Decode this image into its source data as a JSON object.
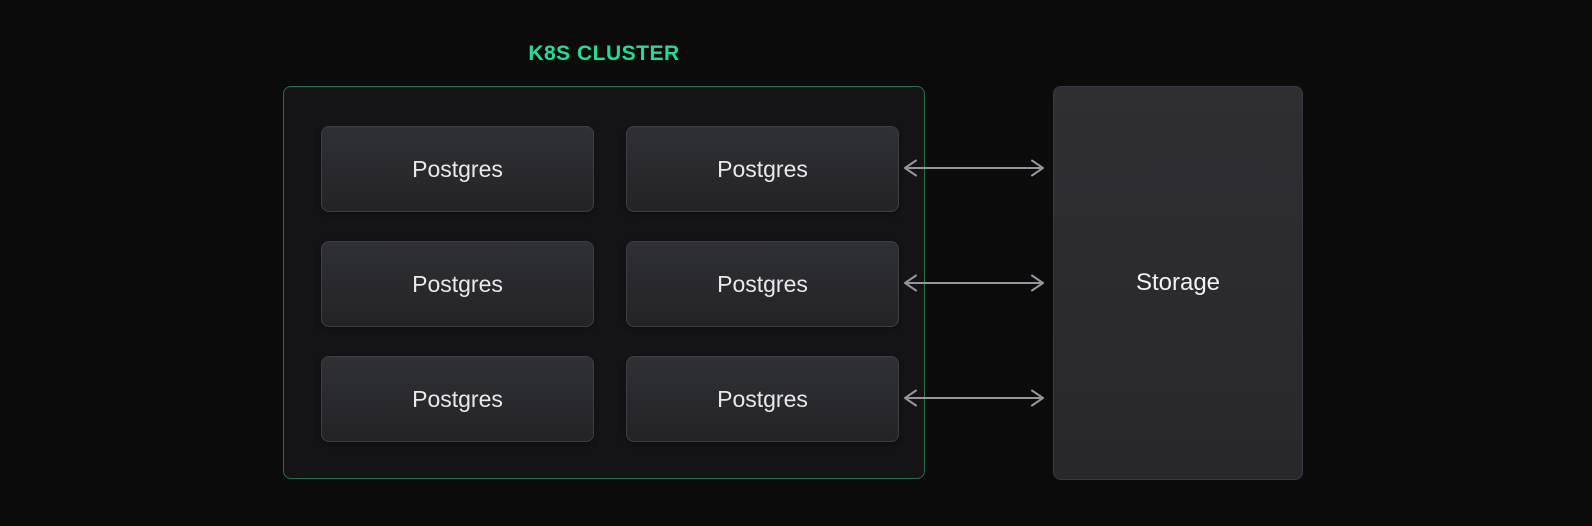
{
  "cluster": {
    "title": "K8S CLUSTER",
    "nodes": [
      {
        "label": "Postgres"
      },
      {
        "label": "Postgres"
      },
      {
        "label": "Postgres"
      },
      {
        "label": "Postgres"
      },
      {
        "label": "Postgres"
      },
      {
        "label": "Postgres"
      }
    ]
  },
  "storage": {
    "label": "Storage"
  },
  "arrows": {
    "count": 3,
    "style": "double-headed",
    "connects": "right column Postgres nodes to Storage"
  },
  "colors": {
    "page_bg": "#0b0b0c",
    "title_color": "#1fdd96",
    "cluster_border": "#20754f",
    "cluster_bg": "#141417",
    "node_bg_top": "#2f3035",
    "node_bg_bottom": "#232327",
    "node_border": "#3e3e44",
    "node_text": "#e9e9eb",
    "storage_bg_top": "#2e2e33",
    "storage_bg_bottom": "#28282c",
    "storage_border": "#3a3a3f",
    "storage_text": "#f2f2f4",
    "arrow_color": "#95959b"
  }
}
